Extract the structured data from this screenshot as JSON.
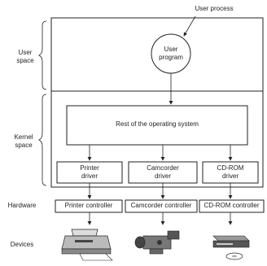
{
  "diagram": {
    "top_label": "User process",
    "user_program": "User\nprogram",
    "os_box": "Rest of the operating system",
    "drivers": [
      "Printer\ndriver",
      "Camcorder\ndriver",
      "CD-ROM\ndriver"
    ],
    "controllers": [
      "Printer controller",
      "Camcorder controller",
      "CD-ROM controller"
    ],
    "row_labels": {
      "user_space": "User\nspace",
      "kernel_space": "Kernel\nspace",
      "hardware": "Hardware",
      "devices": "Devices"
    },
    "device_icons": [
      "printer-icon",
      "camcorder-icon",
      "cdrom-drive-icon"
    ]
  }
}
